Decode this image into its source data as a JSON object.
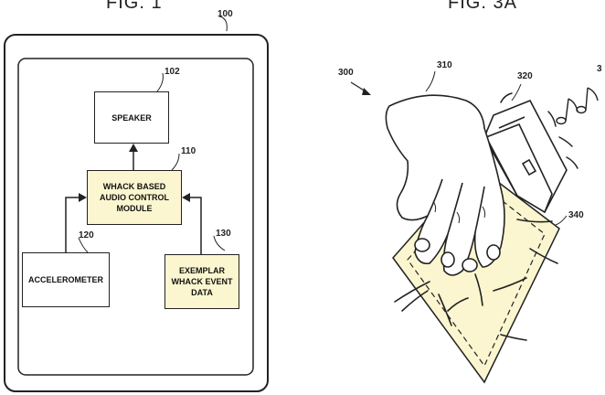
{
  "fig1": {
    "title": "FIG. 1",
    "device_ref": "100",
    "blocks": {
      "speaker": {
        "label": "SPEAKER",
        "ref": "102"
      },
      "module": {
        "label": "WHACK BASED AUDIO CONTROL MODULE",
        "ref": "110"
      },
      "accelerometer": {
        "label": "ACCELEROMETER",
        "ref": "120"
      },
      "event_data": {
        "label": "EXEMPLAR WHACK EVENT DATA",
        "ref": "130"
      }
    }
  },
  "fig3a": {
    "title": "FIG. 3A",
    "refs": {
      "system": "300",
      "hand": "310",
      "device": "320",
      "surface": "340",
      "cut": "3"
    }
  },
  "colors": {
    "highlight": "#fbf6cf",
    "line": "#222222",
    "skin": "#ffffff"
  }
}
